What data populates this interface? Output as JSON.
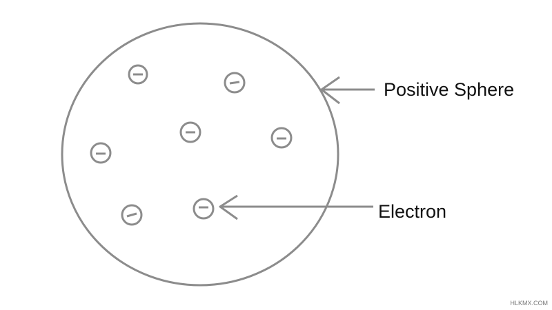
{
  "diagram": {
    "labels": {
      "sphere": "Positive Sphere",
      "electron": "Electron"
    },
    "watermark": "HLKMX.COM",
    "colors": {
      "stroke": "#8c8c8c",
      "text": "#111111",
      "background": "#ffffff"
    },
    "electron_symbol": "minus-sign"
  }
}
